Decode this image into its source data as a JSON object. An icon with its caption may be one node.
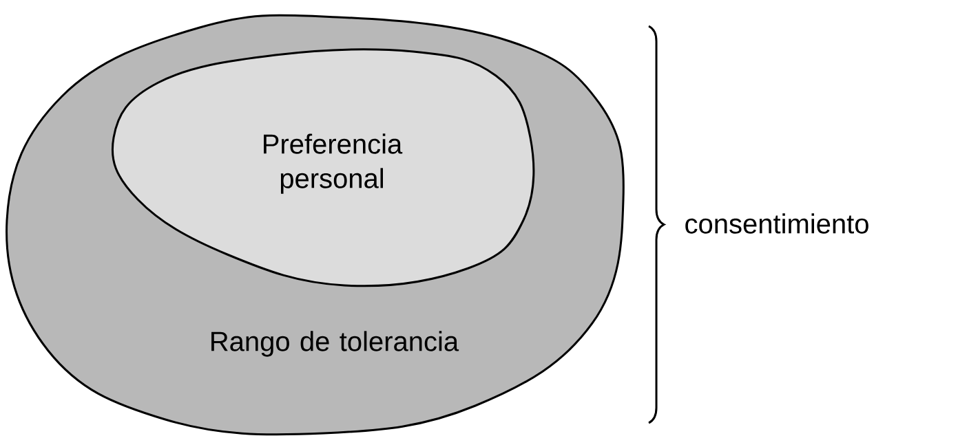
{
  "diagram": {
    "nodes": [
      {
        "text": [
          "Rango de tolerancia"
        ]
      },
      {
        "text": [
          "Preferencia personal"
        ],
        "in": 0
      }
    ],
    "labels": [
      "consentimiento"
    ]
  }
}
